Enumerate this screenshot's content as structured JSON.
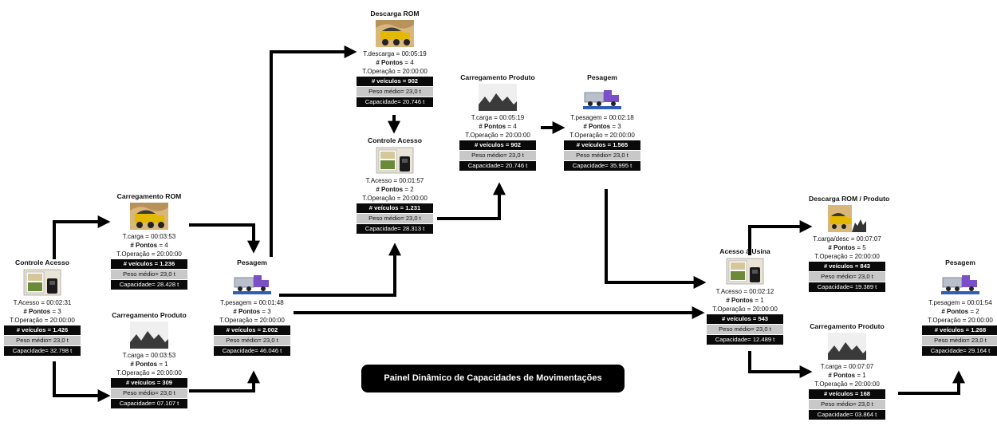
{
  "panel_title": "Painel Dinâmico de Capacidades de Movimentações",
  "nodes": [
    {
      "id": "ca1",
      "title": "Controle Acesso",
      "icon": "access-terminal-icon",
      "lines": [
        [
          "T.Acesso",
          "00:02:31"
        ],
        [
          "# Pontos",
          "3"
        ],
        [
          "T.Operação",
          "20:00:00"
        ]
      ],
      "veiculos": "1.426",
      "peso": "23,0 t",
      "capacidade": "32.798 t"
    },
    {
      "id": "cr1",
      "title": "Carregamento ROM",
      "icon": "ore-truck-icon",
      "lines": [
        [
          "T.carga",
          "00:03:53"
        ],
        [
          "# Pontos",
          "4"
        ],
        [
          "T.Operação",
          "20:00:00"
        ]
      ],
      "veiculos": "1.236",
      "peso": "23,0 t",
      "capacidade": "28.428 t"
    },
    {
      "id": "cp1",
      "title": "Carregamento Produto",
      "icon": "product-pile-icon",
      "lines": [
        [
          "T.carga",
          "00:03:53"
        ],
        [
          "# Pontos",
          "1"
        ],
        [
          "T.Operação",
          "20:00:00"
        ]
      ],
      "veiculos": "309",
      "peso": "23,0 t",
      "capacidade": "07.107 t"
    },
    {
      "id": "pe1",
      "title": "Pesagem",
      "icon": "weighing-truck-icon",
      "lines": [
        [
          "T.pesagem",
          "00:01:48"
        ],
        [
          "# Pontos",
          "3"
        ],
        [
          "T.Operação",
          "20:00:00"
        ]
      ],
      "veiculos": "2.002",
      "peso": "23,0 t",
      "capacidade": "46.046 t"
    },
    {
      "id": "dr",
      "title": "Descarga ROM",
      "icon": "ore-truck-icon",
      "lines": [
        [
          "T.descarga",
          "00:05:19"
        ],
        [
          "# Pontos",
          "4"
        ],
        [
          "T.Operação",
          "20:00:00"
        ]
      ],
      "veiculos": "902",
      "peso": "23,0 t",
      "capacidade": "20.746 t"
    },
    {
      "id": "ca2",
      "title": "Controle Acesso",
      "icon": "access-terminal-icon",
      "lines": [
        [
          "T.Acesso",
          "00:01:57"
        ],
        [
          "# Pontos",
          "2"
        ],
        [
          "T.Operação",
          "20:00:00"
        ]
      ],
      "veiculos": "1.231",
      "peso": "23,0 t",
      "capacidade": "28.313 t"
    },
    {
      "id": "cp2",
      "title": "Carregamento Produto",
      "icon": "product-pile-icon",
      "lines": [
        [
          "T.carga",
          "00:05:19"
        ],
        [
          "# Pontos",
          "4"
        ],
        [
          "T.Operação",
          "20:00:00"
        ]
      ],
      "veiculos": "902",
      "peso": "23,0 t",
      "capacidade": "20.746 t"
    },
    {
      "id": "pe2",
      "title": "Pesagem",
      "icon": "weighing-truck-icon",
      "lines": [
        [
          "T.pesagem",
          "00:02:18"
        ],
        [
          "# Pontos",
          "3"
        ],
        [
          "T.Operação",
          "20:00:00"
        ]
      ],
      "veiculos": "1.565",
      "peso": "23,0 t",
      "capacidade": "35.995 t"
    },
    {
      "id": "au",
      "title": "Acesso à Usina",
      "icon": "access-terminal-icon",
      "lines": [
        [
          "T.Acesso",
          "00:02:12"
        ],
        [
          "# Pontos",
          "1"
        ],
        [
          "T.Operação",
          "20:00:00"
        ]
      ],
      "veiculos": "543",
      "peso": "23,0 t",
      "capacidade": "12.489 t"
    },
    {
      "id": "drp",
      "title": "Descarga ROM / Produto",
      "icon": "ore-truck-product-icon",
      "lines": [
        [
          "T.carga/desc",
          "00:07:07"
        ],
        [
          "# Pontos",
          "5"
        ],
        [
          "T.Operação",
          "20:00:00"
        ]
      ],
      "veiculos": "843",
      "peso": "23,0 t",
      "capacidade": "19.389 t"
    },
    {
      "id": "cp3",
      "title": "Carregamento Produto",
      "icon": "product-pile-icon",
      "lines": [
        [
          "T.carga",
          "00:07:07"
        ],
        [
          "# Pontos",
          "1"
        ],
        [
          "T.Operação",
          "20:00:00"
        ]
      ],
      "veiculos": "168",
      "peso": "23,0 t",
      "capacidade": "03.864 t"
    },
    {
      "id": "pe3",
      "title": "Pesagem",
      "icon": "weighing-truck-icon",
      "lines": [
        [
          "T.pesagem",
          "00:01:54"
        ],
        [
          "# Pontos",
          "2"
        ],
        [
          "T.Operação",
          "20:00:00"
        ]
      ],
      "veiculos": "1.268",
      "peso": "23,0 t",
      "capacidade": "29.164 t"
    }
  ],
  "labels": {
    "veiculos": "# veículos",
    "peso": "Peso médio",
    "capacidade": "Capacidade"
  },
  "connections": [
    [
      "ca1",
      "cr1"
    ],
    [
      "ca1",
      "cp1"
    ],
    [
      "cr1",
      "pe1"
    ],
    [
      "cp1",
      "pe1"
    ],
    [
      "pe1",
      "dr"
    ],
    [
      "dr",
      "ca2"
    ],
    [
      "pe1",
      "ca2"
    ],
    [
      "ca2",
      "cp2"
    ],
    [
      "cp2",
      "pe2"
    ],
    [
      "pe2",
      "au"
    ],
    [
      "pe1",
      "au"
    ],
    [
      "au",
      "drp"
    ],
    [
      "au",
      "cp3"
    ],
    [
      "cp3",
      "pe3"
    ]
  ],
  "colors": {
    "box_dark": "#0a0a0a",
    "box_gray": "#c8c8c8",
    "arrow": "#000000"
  }
}
